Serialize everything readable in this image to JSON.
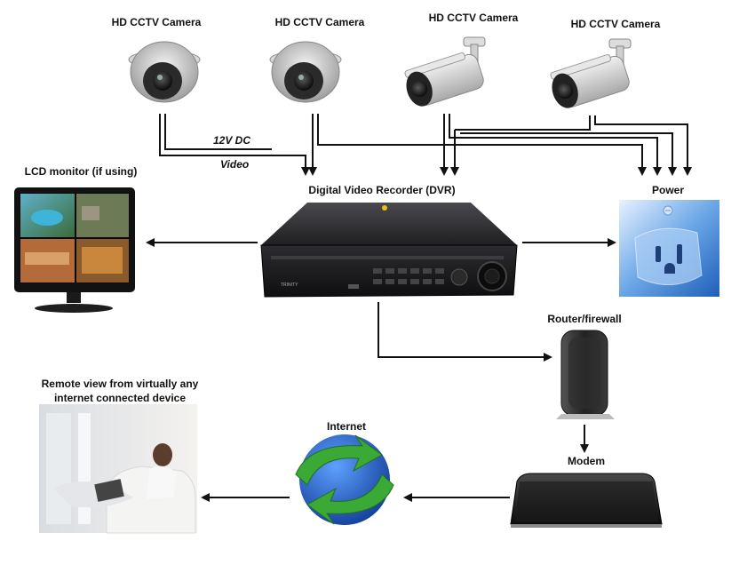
{
  "labels": {
    "camera1": "HD CCTV Camera",
    "camera2": "HD CCTV Camera",
    "camera3": "HD CCTV Camera",
    "camera4": "HD CCTV Camera",
    "dc12v": "12V DC",
    "video": "Video",
    "dvr": "Digital Video Recorder (DVR)",
    "power": "Power",
    "lcd": "LCD monitor (if using)",
    "router": "Router/firewall",
    "modem": "Modem",
    "internet": "Internet",
    "remote_line1": "Remote view from virtually any",
    "remote_line2": "internet connected device",
    "dvr_brand": "TRINITY"
  },
  "colors": {
    "line": "#111111",
    "power_blue": "#2f74c6",
    "globe_blue": "#1d56b8",
    "globe_green": "#3aa935",
    "device_dark": "#1c1c1e"
  },
  "icons": [
    "dome-camera-icon",
    "bullet-camera-icon",
    "dvr-icon",
    "lcd-monitor-icon",
    "power-outlet-icon",
    "router-icon",
    "modem-icon",
    "internet-globe-icon",
    "remote-user-laptop-icon"
  ]
}
